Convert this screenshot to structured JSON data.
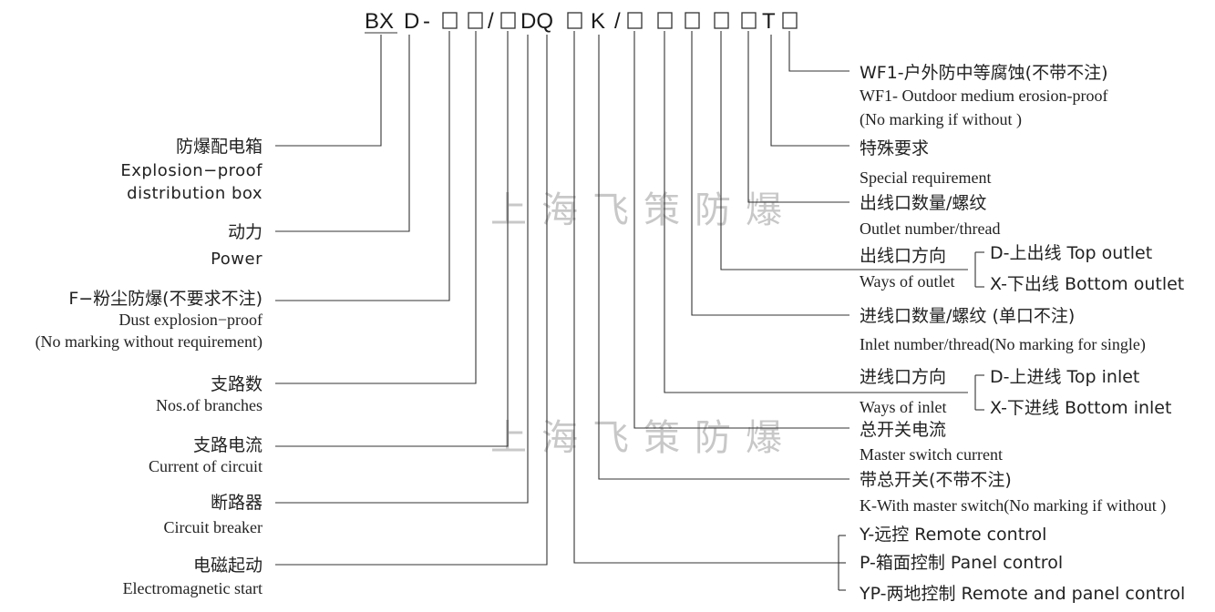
{
  "code": {
    "bx": "BX",
    "d1": "D",
    "dash": "-",
    "slash1": "/",
    "dq": "DQ",
    "k": "K",
    "slash2": "/",
    "t": "T"
  },
  "watermark": "上海飞策防爆",
  "left_labels": {
    "box_cn": "防爆配电箱",
    "box_en1": "Explosion−proof",
    "box_en2": "distribution box",
    "power_cn": "动力",
    "power_en": "Power",
    "dust_cn": "F−粉尘防爆(不要求不注)",
    "dust_en1": "Dust explosion−proof",
    "dust_en2": "(No marking without requirement)",
    "branches_cn": "支路数",
    "branches_en": "Nos.of branches",
    "current_cn": "支路电流",
    "current_en": "Current of circuit",
    "breaker_cn": "断路器",
    "breaker_en": "Circuit breaker",
    "em_cn": "电磁起动",
    "em_en": "Electromagnetic start"
  },
  "right_labels": {
    "wf_cn": "WF1-户外防中等腐蚀(不带不注)",
    "wf_en1": "WF1- Outdoor medium erosion-proof",
    "wf_en2": "(No marking  if without )",
    "special_cn": "特殊要求",
    "special_en": "Special requirement",
    "outnum_cn": "出线口数量/螺纹",
    "outnum_en": "Outlet number/thread",
    "outdir_cn": "出线口方向",
    "outdir_en": "Ways of outlet",
    "outdir_d": "D-上出线  Top outlet",
    "outdir_x": "X-下出线  Bottom  outlet",
    "innum_cn": "进线口数量/螺纹 (单口不注)",
    "innum_en": "Inlet number/thread(No marking for single)",
    "indir_cn": "进线口方向",
    "indir_en": "Ways of inlet",
    "indir_d": "D-上进线  Top inlet",
    "indir_x": "X-下进线  Bottom  inlet",
    "master_cn": "总开关电流",
    "master_en": "Master switch current",
    "kswitch_cn": "带总开关(不带不注)",
    "kswitch_en": "K-With master switch(No marking if without )",
    "ctrl_y": "Y-远控 Remote control",
    "ctrl_p": "P-箱面控制 Panel control",
    "ctrl_yp": "YP-两地控制 Remote and panel control"
  }
}
